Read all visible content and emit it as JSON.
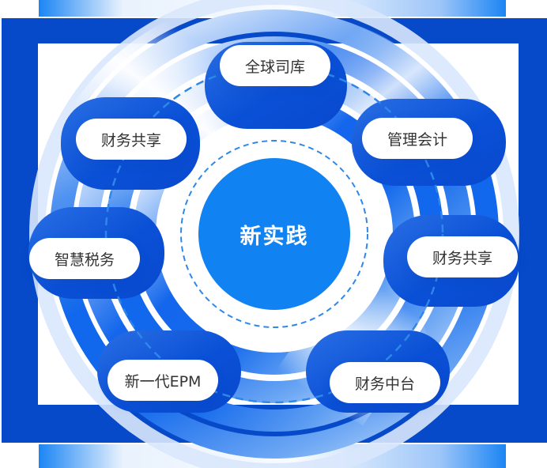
{
  "diagram": {
    "center_label": "新实践",
    "nodes": [
      {
        "id": "global-treasury",
        "label": "全球司库"
      },
      {
        "id": "management-accounting",
        "label": "管理会计"
      },
      {
        "id": "finance-shared-right",
        "label": "财务共享"
      },
      {
        "id": "finance-middle-office",
        "label": "财务中台"
      },
      {
        "id": "new-gen-epm",
        "label": "新一代EPM"
      },
      {
        "id": "smart-tax",
        "label": "智慧税务"
      },
      {
        "id": "finance-shared-left",
        "label": "财务共享"
      }
    ]
  },
  "colors": {
    "frame_blue": "#0649c9",
    "blob_blue": "#0a50d6",
    "ring_blue": "#1268ec",
    "ring_faint": "#d9e7fc",
    "dashed_blue": "#2f87ea",
    "center_circle": "#1082f2",
    "band_blue": "#1b85f4",
    "pill_background": "#ffffff",
    "pill_text": "#333333",
    "center_text": "#ffffff"
  }
}
